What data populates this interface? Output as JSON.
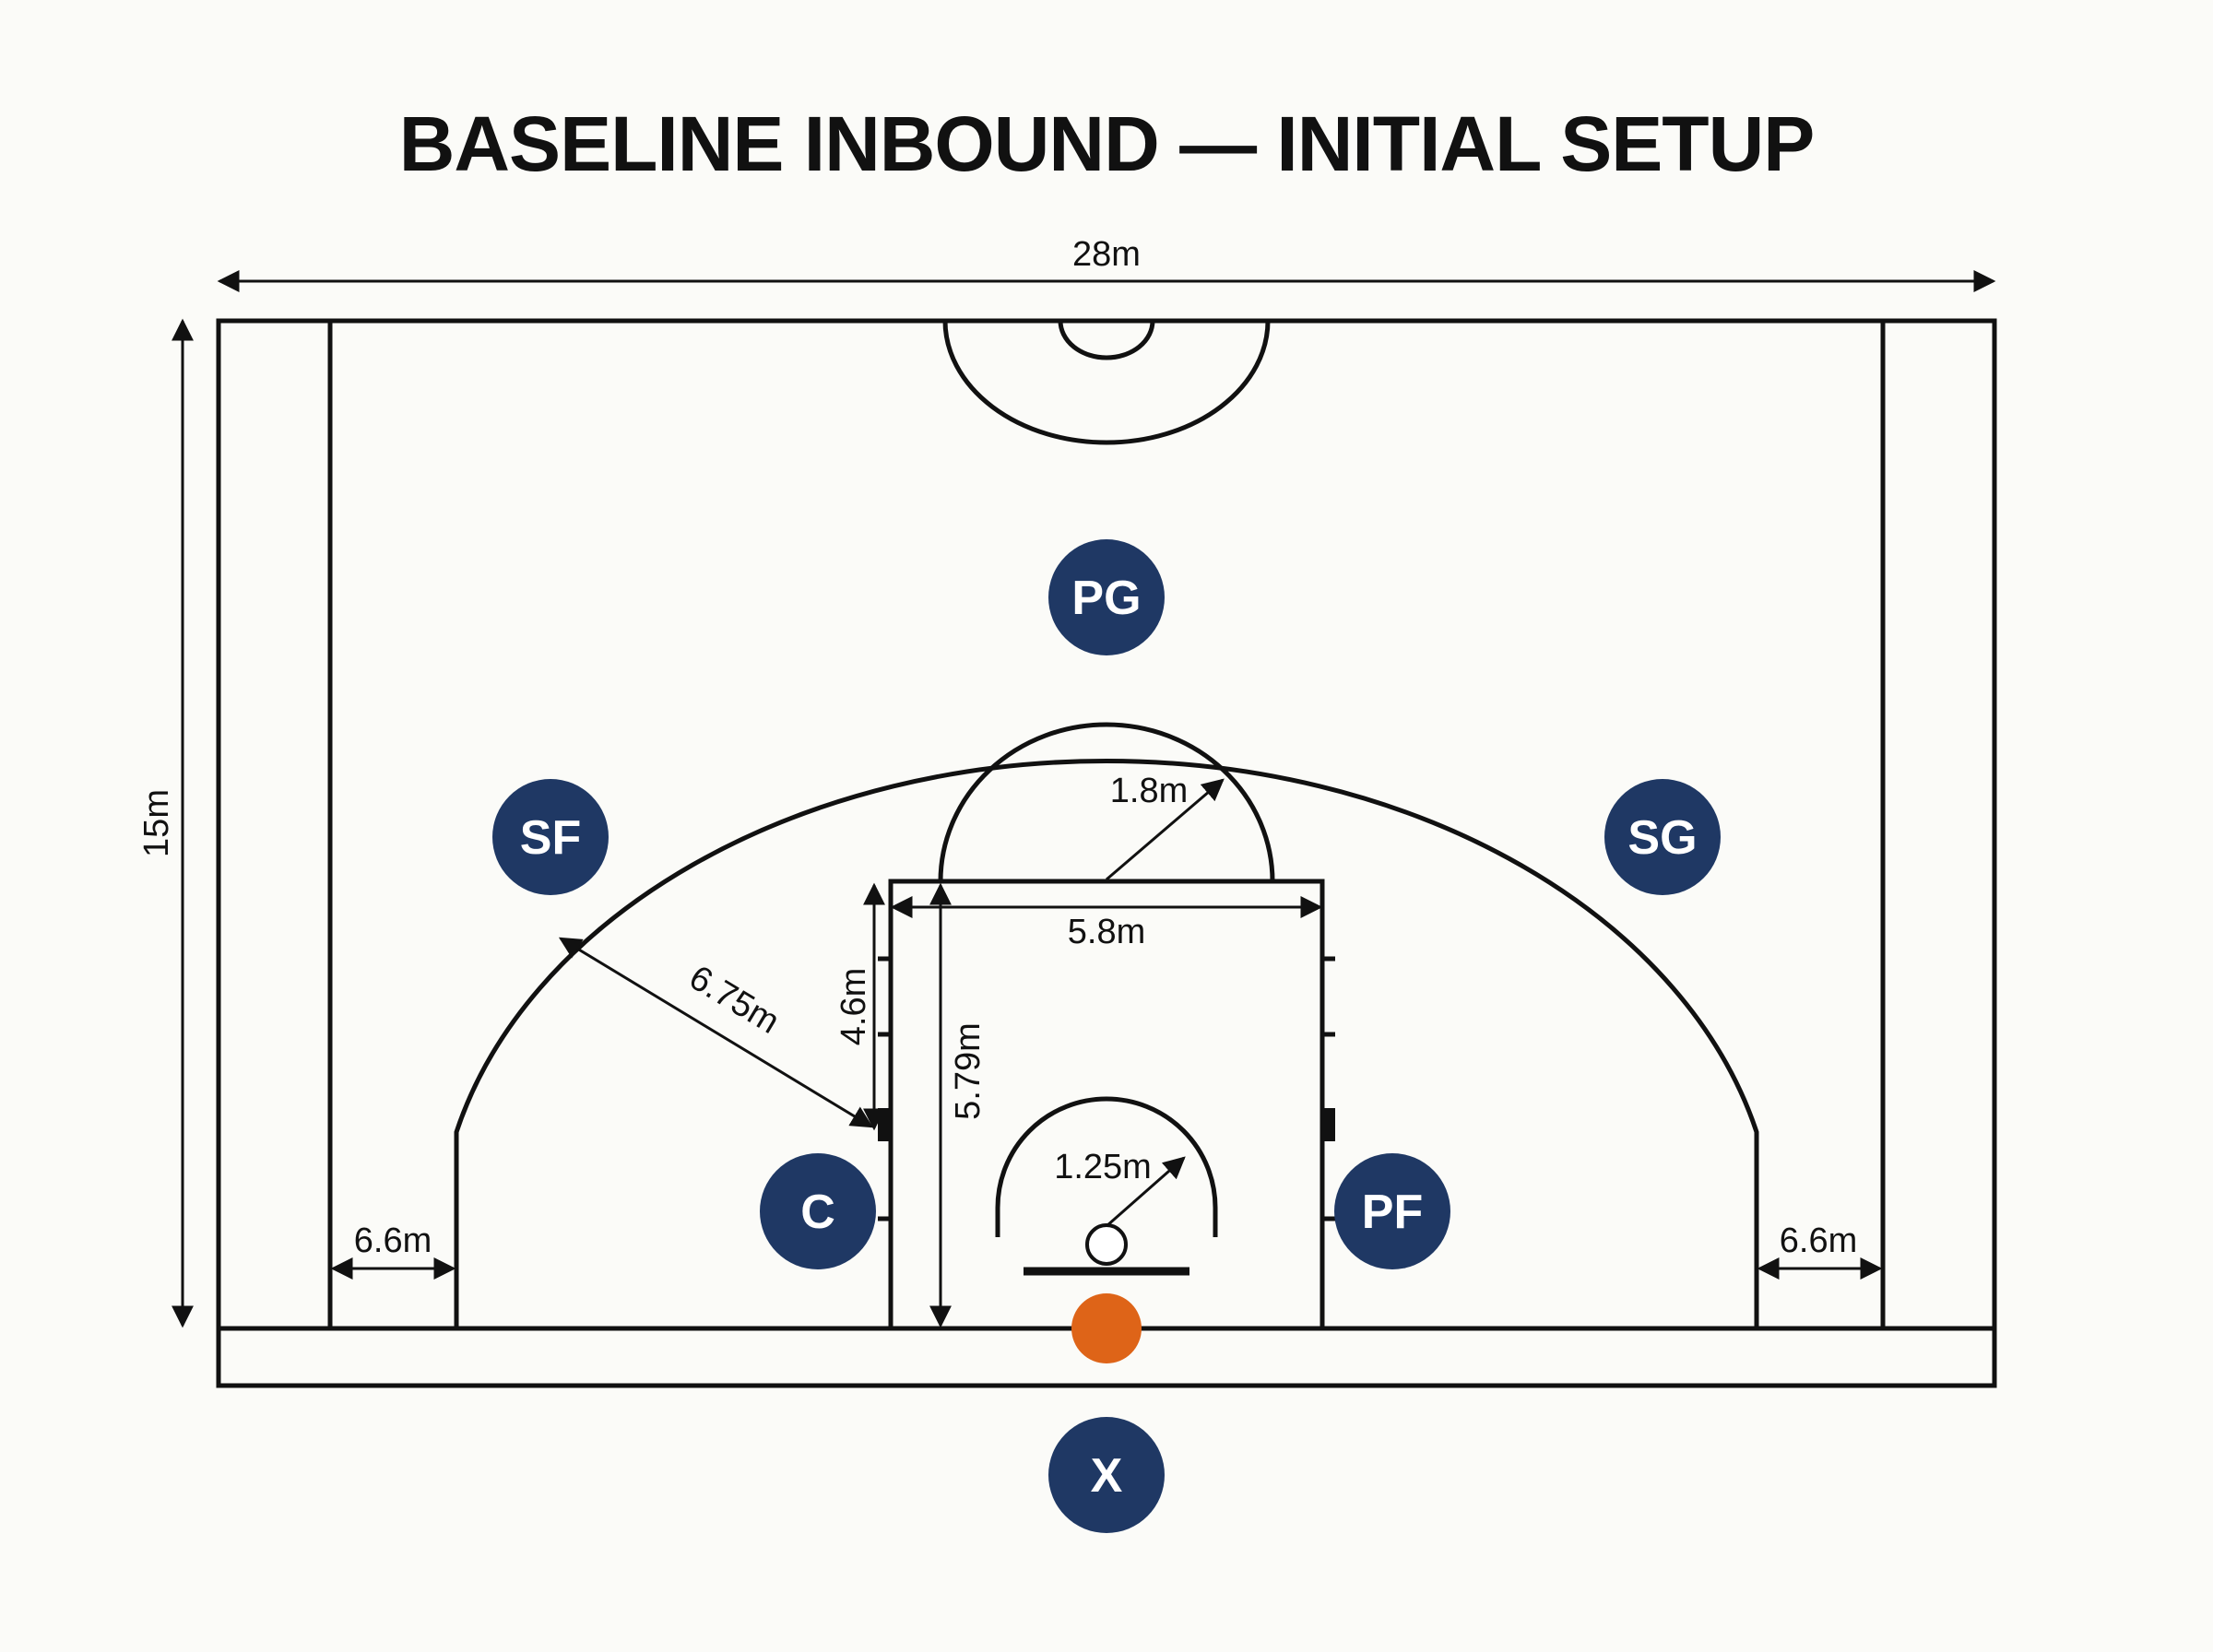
{
  "title": "BASELINE INBOUND — INITIAL SETUP",
  "dimensions": {
    "court_width": "28m",
    "court_length": "15m",
    "lane_width": "5.8m",
    "free_throw_distance": "5.79m",
    "restricted_arc_radius": "1.25m",
    "three_point_radius": "6.75m",
    "free_throw_circle_radius": "1.8m",
    "lane_mark": "4.6m",
    "corner_left": "6.6m",
    "corner_right": "6.6m"
  },
  "players": {
    "pg": "PG",
    "sf": "SF",
    "sg": "SG",
    "c": "C",
    "pf": "PF",
    "x": "X"
  },
  "colors": {
    "player_fill": "#1f3864",
    "ball": "#de6418",
    "lines": "#111111",
    "background": "#fbfbf8"
  }
}
